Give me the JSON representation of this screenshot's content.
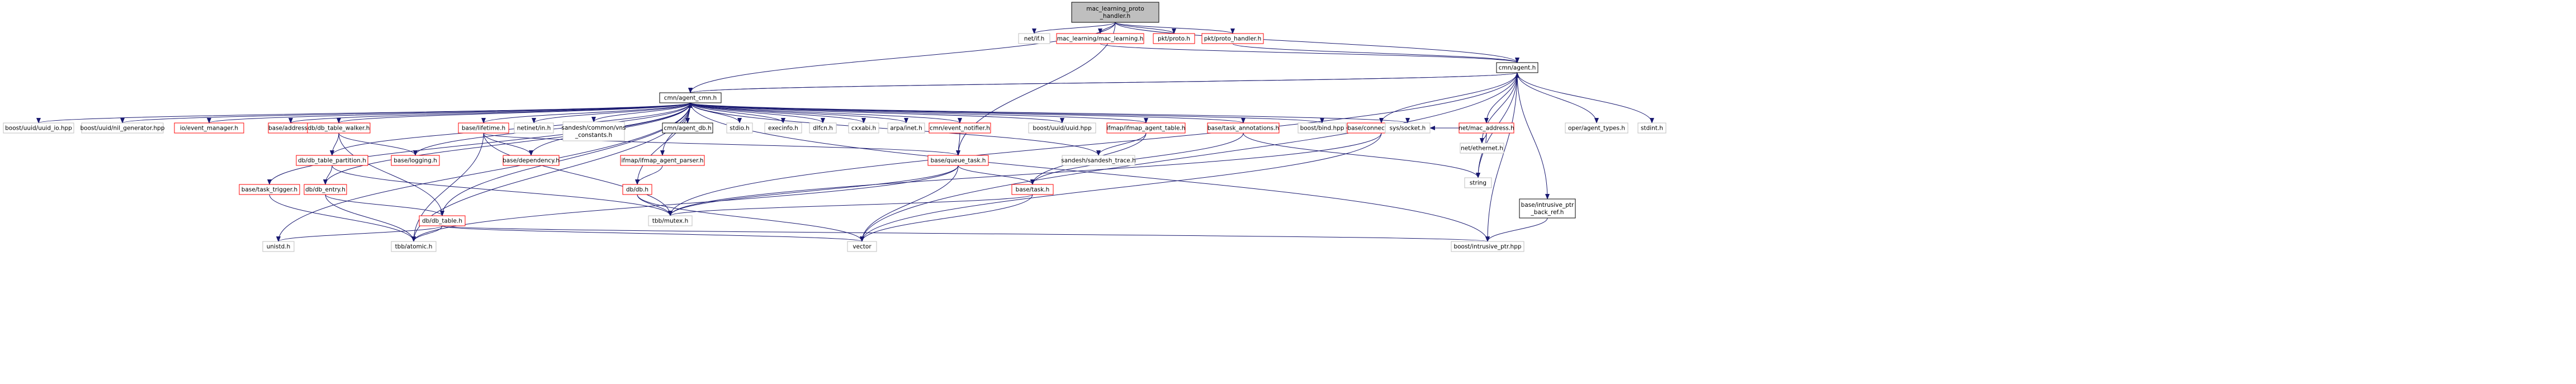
{
  "diagram": {
    "colors": {
      "edge": "#191970",
      "root_fill": "#bfbfbf",
      "root_stroke": "#000000",
      "internal_stroke": "#ff0000",
      "external_stroke": "#bfbfbf",
      "documented_stroke": "#000000",
      "text": "#000000"
    },
    "nodes": [
      {
        "id": "root",
        "kind": "root",
        "lines": [
          "mac_learning_proto",
          "_handler.h"
        ]
      },
      {
        "id": "net_if",
        "kind": "external",
        "lines": [
          "net/if.h"
        ]
      },
      {
        "id": "mac_learning",
        "kind": "internal",
        "lines": [
          "mac_learning/mac_learning.h"
        ]
      },
      {
        "id": "pkt_proto",
        "kind": "internal",
        "lines": [
          "pkt/proto.h"
        ]
      },
      {
        "id": "pkt_proto_handler",
        "kind": "internal",
        "lines": [
          "pkt/proto_handler.h"
        ]
      },
      {
        "id": "cmn_agent",
        "kind": "documented",
        "lines": [
          "cmn/agent.h"
        ]
      },
      {
        "id": "cmn_agent_cmn",
        "kind": "documented",
        "lines": [
          "cmn/agent_cmn.h"
        ]
      },
      {
        "id": "uuid_io",
        "kind": "external",
        "lines": [
          "boost/uuid/uuid_io.hpp"
        ]
      },
      {
        "id": "nil_gen",
        "kind": "external",
        "lines": [
          "boost/uuid/nil_generator.hpp"
        ]
      },
      {
        "id": "event_manager",
        "kind": "internal",
        "lines": [
          "io/event_manager.h"
        ]
      },
      {
        "id": "base_address",
        "kind": "internal",
        "lines": [
          "base/address.h"
        ]
      },
      {
        "id": "db_table_walker",
        "kind": "internal",
        "lines": [
          "db/db_table_walker.h"
        ]
      },
      {
        "id": "base_lifetime",
        "kind": "internal",
        "lines": [
          "base/lifetime.h"
        ]
      },
      {
        "id": "netinet_in",
        "kind": "external",
        "lines": [
          "netinet/in.h"
        ]
      },
      {
        "id": "sandesh_vns",
        "kind": "external",
        "lines": [
          "sandesh/common/vns",
          "_constants.h"
        ]
      },
      {
        "id": "cmn_agent_db",
        "kind": "documented",
        "lines": [
          "cmn/agent_db.h"
        ]
      },
      {
        "id": "stdio",
        "kind": "external",
        "lines": [
          "stdio.h"
        ]
      },
      {
        "id": "execinfo",
        "kind": "external",
        "lines": [
          "execinfo.h"
        ]
      },
      {
        "id": "dlfcn",
        "kind": "external",
        "lines": [
          "dlfcn.h"
        ]
      },
      {
        "id": "cxxabi",
        "kind": "external",
        "lines": [
          "cxxabi.h"
        ]
      },
      {
        "id": "arpa_inet",
        "kind": "external",
        "lines": [
          "arpa/inet.h"
        ]
      },
      {
        "id": "event_notifier",
        "kind": "internal",
        "lines": [
          "cmn/event_notifier.h"
        ]
      },
      {
        "id": "uuid_hpp",
        "kind": "external",
        "lines": [
          "boost/uuid/uuid.hpp"
        ]
      },
      {
        "id": "ifmap_agent_table",
        "kind": "internal",
        "lines": [
          "ifmap/ifmap_agent_table.h"
        ]
      },
      {
        "id": "task_annotations",
        "kind": "internal",
        "lines": [
          "base/task_annotations.h"
        ]
      },
      {
        "id": "boost_bind",
        "kind": "external",
        "lines": [
          "boost/bind.hpp"
        ]
      },
      {
        "id": "conn_info",
        "kind": "internal",
        "lines": [
          "base/connection_info.h"
        ]
      },
      {
        "id": "sys_socket",
        "kind": "external",
        "lines": [
          "sys/socket.h"
        ]
      },
      {
        "id": "net_mac_address",
        "kind": "internal",
        "lines": [
          "net/mac_address.h"
        ]
      },
      {
        "id": "net_ethernet",
        "kind": "external",
        "lines": [
          "net/ethernet.h"
        ]
      },
      {
        "id": "oper_agent_types",
        "kind": "external",
        "lines": [
          "oper/agent_types.h"
        ]
      },
      {
        "id": "stdint",
        "kind": "external",
        "lines": [
          "stdint.h"
        ]
      },
      {
        "id": "string",
        "kind": "external",
        "lines": [
          "string"
        ]
      },
      {
        "id": "base_logging",
        "kind": "internal",
        "lines": [
          "base/logging.h"
        ]
      },
      {
        "id": "db_table_partition",
        "kind": "internal",
        "lines": [
          "db/db_table_partition.h"
        ]
      },
      {
        "id": "base_dependency",
        "kind": "internal",
        "lines": [
          "base/dependency.h"
        ]
      },
      {
        "id": "ifmap_agent_parser",
        "kind": "internal",
        "lines": [
          "ifmap/ifmap_agent_parser.h"
        ]
      },
      {
        "id": "base_queue_task",
        "kind": "internal",
        "lines": [
          "base/queue_task.h"
        ]
      },
      {
        "id": "sandesh_trace",
        "kind": "external",
        "lines": [
          "sandesh/sandesh_trace.h"
        ]
      },
      {
        "id": "base_task_trigger",
        "kind": "internal",
        "lines": [
          "base/task_trigger.h"
        ]
      },
      {
        "id": "db_entry",
        "kind": "internal",
        "lines": [
          "db/db_entry.h"
        ]
      },
      {
        "id": "db_db",
        "kind": "internal",
        "lines": [
          "db/db.h"
        ]
      },
      {
        "id": "base_task",
        "kind": "internal",
        "lines": [
          "base/task.h"
        ]
      },
      {
        "id": "intrusive_back_ref",
        "kind": "documented",
        "lines": [
          "base/intrusive_ptr",
          "_back_ref.h"
        ]
      },
      {
        "id": "db_table",
        "kind": "internal",
        "lines": [
          "db/db_table.h"
        ]
      },
      {
        "id": "tbb_mutex",
        "kind": "external",
        "lines": [
          "tbb/mutex.h"
        ]
      },
      {
        "id": "unistd",
        "kind": "external",
        "lines": [
          "unistd.h"
        ]
      },
      {
        "id": "tbb_atomic",
        "kind": "external",
        "lines": [
          "tbb/atomic.h"
        ]
      },
      {
        "id": "vector",
        "kind": "external",
        "lines": [
          "vector"
        ]
      },
      {
        "id": "intrusive_ptr",
        "kind": "external",
        "lines": [
          "boost/intrusive_ptr.hpp"
        ]
      }
    ],
    "edges": [
      [
        "root",
        "net_if"
      ],
      [
        "root",
        "mac_learning"
      ],
      [
        "root",
        "pkt_proto"
      ],
      [
        "root",
        "pkt_proto_handler"
      ],
      [
        "root",
        "cmn_agent_cmn"
      ],
      [
        "root",
        "base_queue_task"
      ],
      [
        "root",
        "cmn_agent"
      ],
      [
        "mac_learning",
        "cmn_agent"
      ],
      [
        "pkt_proto_handler",
        "cmn_agent"
      ],
      [
        "cmn_agent",
        "cmn_agent_cmn"
      ],
      [
        "cmn_agent",
        "conn_info"
      ],
      [
        "cmn_agent",
        "net_mac_address"
      ],
      [
        "cmn_agent",
        "net_ethernet"
      ],
      [
        "cmn_agent",
        "oper_agent_types"
      ],
      [
        "cmn_agent",
        "stdint"
      ],
      [
        "cmn_agent",
        "string"
      ],
      [
        "cmn_agent",
        "intrusive_back_ref"
      ],
      [
        "cmn_agent",
        "intrusive_ptr"
      ],
      [
        "cmn_agent",
        "vector"
      ],
      [
        "cmn_agent",
        "tbb_mutex"
      ],
      [
        "cmn_agent_cmn",
        "uuid_io"
      ],
      [
        "cmn_agent_cmn",
        "nil_gen"
      ],
      [
        "cmn_agent_cmn",
        "event_manager"
      ],
      [
        "cmn_agent_cmn",
        "base_address"
      ],
      [
        "cmn_agent_cmn",
        "db_table_walker"
      ],
      [
        "cmn_agent_cmn",
        "base_lifetime"
      ],
      [
        "cmn_agent_cmn",
        "netinet_in"
      ],
      [
        "cmn_agent_cmn",
        "sandesh_vns"
      ],
      [
        "cmn_agent_cmn",
        "cmn_agent_db"
      ],
      [
        "cmn_agent_cmn",
        "stdio"
      ],
      [
        "cmn_agent_cmn",
        "execinfo"
      ],
      [
        "cmn_agent_cmn",
        "dlfcn"
      ],
      [
        "cmn_agent_cmn",
        "cxxabi"
      ],
      [
        "cmn_agent_cmn",
        "arpa_inet"
      ],
      [
        "cmn_agent_cmn",
        "event_notifier"
      ],
      [
        "cmn_agent_cmn",
        "uuid_hpp"
      ],
      [
        "cmn_agent_cmn",
        "ifmap_agent_table"
      ],
      [
        "cmn_agent_cmn",
        "task_annotations"
      ],
      [
        "cmn_agent_cmn",
        "boost_bind"
      ],
      [
        "cmn_agent_cmn",
        "sys_socket"
      ],
      [
        "cmn_agent_cmn",
        "base_logging"
      ],
      [
        "cmn_agent_cmn",
        "db_table_partition"
      ],
      [
        "cmn_agent_cmn",
        "base_dependency"
      ],
      [
        "cmn_agent_cmn",
        "ifmap_agent_parser"
      ],
      [
        "cmn_agent_cmn",
        "sandesh_trace"
      ],
      [
        "cmn_agent_cmn",
        "base_task_trigger"
      ],
      [
        "cmn_agent_cmn",
        "db_entry"
      ],
      [
        "cmn_agent_cmn",
        "db_db"
      ],
      [
        "cmn_agent_cmn",
        "db_table"
      ],
      [
        "cmn_agent_cmn",
        "unistd"
      ],
      [
        "cmn_agent_cmn",
        "tbb_atomic"
      ],
      [
        "cmn_agent_cmn",
        "intrusive_ptr"
      ],
      [
        "cmn_agent_cmn",
        "cmn_agent"
      ],
      [
        "cmn_agent_db",
        "cmn_agent_cmn"
      ],
      [
        "db_table_walker",
        "db_table_partition"
      ],
      [
        "db_table_walker",
        "base_logging"
      ],
      [
        "db_table_walker",
        "db_table"
      ],
      [
        "base_lifetime",
        "base_dependency"
      ],
      [
        "base_lifetime",
        "base_queue_task"
      ],
      [
        "base_lifetime",
        "tbb_mutex"
      ],
      [
        "base_lifetime",
        "tbb_atomic"
      ],
      [
        "event_notifier",
        "base_queue_task"
      ],
      [
        "ifmap_agent_table",
        "sandesh_trace"
      ],
      [
        "ifmap_agent_table",
        "base_task"
      ],
      [
        "task_annotations",
        "base_task"
      ],
      [
        "task_annotations",
        "string"
      ],
      [
        "conn_info",
        "boost_bind"
      ],
      [
        "conn_info",
        "tbb_mutex"
      ],
      [
        "conn_info",
        "vector"
      ],
      [
        "conn_info",
        "sys_socket"
      ],
      [
        "net_mac_address",
        "sys_socket"
      ],
      [
        "net_mac_address",
        "net_ethernet"
      ],
      [
        "net_mac_address",
        "string"
      ],
      [
        "db_table_partition",
        "db_entry"
      ],
      [
        "db_table_partition",
        "tbb_mutex"
      ],
      [
        "ifmap_agent_parser",
        "db_db"
      ],
      [
        "base_queue_task",
        "base_task"
      ],
      [
        "base_queue_task",
        "tbb_mutex"
      ],
      [
        "base_queue_task",
        "tbb_atomic"
      ],
      [
        "base_queue_task",
        "vector"
      ],
      [
        "base_task_trigger",
        "tbb_atomic"
      ],
      [
        "db_entry",
        "db_table"
      ],
      [
        "db_entry",
        "tbb_atomic"
      ],
      [
        "db_db",
        "tbb_mutex"
      ],
      [
        "db_db",
        "vector"
      ],
      [
        "base_task",
        "tbb_mutex"
      ],
      [
        "base_task",
        "vector"
      ],
      [
        "intrusive_back_ref",
        "intrusive_ptr"
      ],
      [
        "db_table",
        "unistd"
      ],
      [
        "db_table",
        "tbb_atomic"
      ],
      [
        "db_table",
        "vector"
      ],
      [
        "db_table",
        "intrusive_ptr"
      ]
    ]
  }
}
